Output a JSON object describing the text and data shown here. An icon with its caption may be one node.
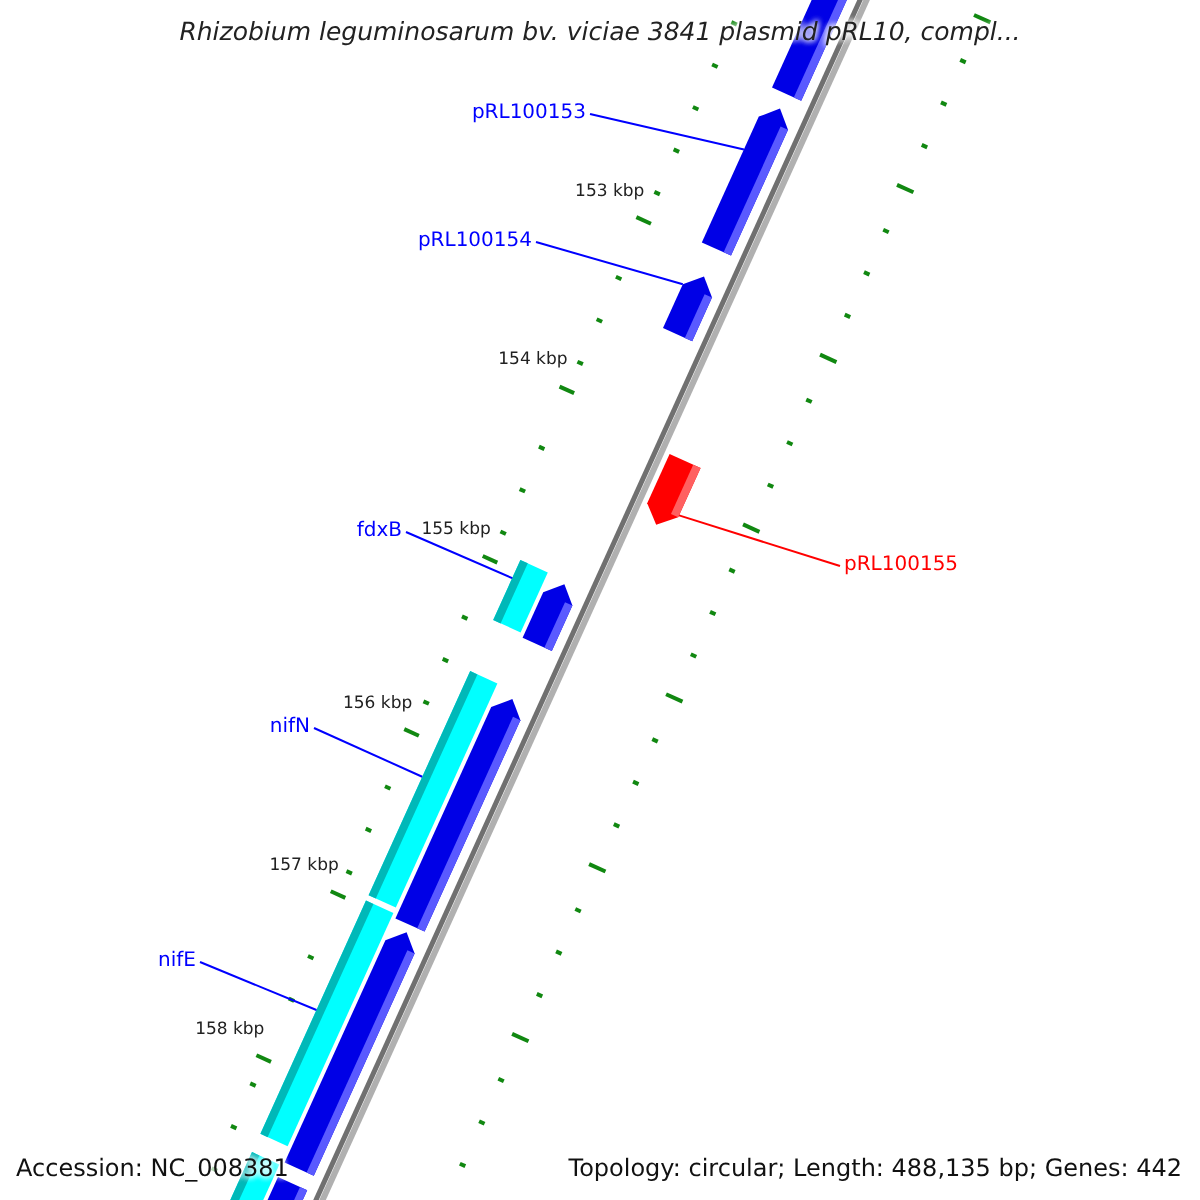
{
  "diagram": {
    "title": "Rhizobium leguminosarum bv. viciae 3841 plasmid pRL10, compl...",
    "nodes": [
      {
        "text": [
          "pRL100153"
        ]
      },
      {
        "text": [
          "pRL100154"
        ]
      },
      {
        "text": [
          "fdxB"
        ]
      },
      {
        "text": [
          "nifN"
        ]
      },
      {
        "text": [
          "nifE"
        ]
      },
      {
        "text": [
          "pRL100155"
        ]
      },
      {
        "text": [],
        "shape": "bar"
      },
      {
        "text": [],
        "shape": "pentagon"
      },
      {
        "text": [],
        "shape": "pentagon"
      },
      {
        "text": [],
        "shape": "pentagon"
      },
      {
        "text": [],
        "shape": "bar"
      },
      {
        "text": [],
        "shape": "pentagon"
      },
      {
        "text": [],
        "shape": "bar"
      },
      {
        "text": [],
        "shape": "pentagon"
      },
      {
        "text": [],
        "shape": "bar"
      },
      {
        "text": [],
        "shape": "pentagon"
      },
      {
        "text": [],
        "shape": "bar"
      },
      {
        "text": [],
        "shape": "bar"
      }
    ],
    "edges": [
      {
        "from": 0,
        "to": 7,
        "arrow": "none"
      },
      {
        "from": 1,
        "to": 8,
        "arrow": "none"
      },
      {
        "from": 2,
        "to": 10,
        "arrow": "none"
      },
      {
        "from": 3,
        "to": 12,
        "arrow": "none"
      },
      {
        "from": 4,
        "to": 14,
        "arrow": "none"
      },
      {
        "from": 5,
        "to": 9,
        "arrow": "none",
        "color": "#ff0000"
      }
    ],
    "labels": [
      "153 kbp",
      "154 kbp",
      "155 kbp",
      "156 kbp",
      "157 kbp",
      "158 kbp",
      "Accession: NC_008381",
      "Topology: circular; Length: 488,135 bp; Genes: 442"
    ]
  }
}
